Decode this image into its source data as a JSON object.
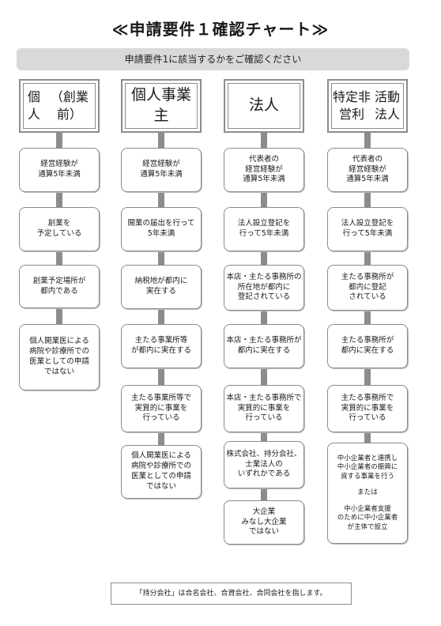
{
  "title": "≪申請要件１確認チャート≫",
  "banner": "申請要件1に該当するかをご確認ください",
  "columns": [
    {
      "header": [
        "個人",
        "（創業前）"
      ],
      "boxes": [
        [
          "経営経験が",
          "通算5年未満"
        ],
        [
          "創業を",
          "予定している"
        ],
        [
          "創業予定場所が",
          "都内である"
        ],
        [
          "個人開業医による",
          "病院や診療所での",
          "医業としての申請",
          "ではない"
        ]
      ]
    },
    {
      "header": [
        "個人事業主"
      ],
      "boxes": [
        [
          "経営経験が",
          "通算5年未満"
        ],
        [
          "開業の届出を行って",
          "5年未満"
        ],
        [
          "納税地が都内に",
          "実在する"
        ],
        [
          "主たる事業所等",
          "が都内に実在する"
        ],
        [
          "主たる事業所等で",
          "実質的に事業を",
          "行っている"
        ],
        [
          "個人開業医による",
          "病院や診療所での",
          "医業としての申請",
          "ではない"
        ]
      ]
    },
    {
      "header": [
        "法人"
      ],
      "boxes": [
        [
          "代表者の",
          "経営経験が",
          "通算5年未満"
        ],
        [
          "法人設立登記を",
          "行って5年未満"
        ],
        [
          "本店・主たる事務所の",
          "所在地が都内に",
          "登記されている"
        ],
        [
          "本店・主たる事務所が",
          "都内に実在する"
        ],
        [
          "本店・主たる事務所で",
          "実質的に事業を",
          "行っている"
        ],
        [
          "株式会社、持分会社、",
          "士業法人の",
          "いずれかである"
        ],
        [
          "大企業",
          "みなし大企業",
          "ではない"
        ]
      ]
    },
    {
      "header": [
        "特定非営利",
        "活動法人"
      ],
      "boxes": [
        [
          "代表者の",
          "経営経験が",
          "通算5年未満"
        ],
        [
          "法人設立登記を",
          "行って5年未満"
        ],
        [
          "主たる事務所が",
          "都内に登記",
          "されている"
        ],
        [
          "主たる事務所が",
          "都内に実在する"
        ],
        [
          "主たる事務所で",
          "実質的に事業を",
          "行っている"
        ],
        [
          "中小企業者と連携し",
          "中小企業者の振興に",
          "資する事業を行う",
          "",
          "または",
          "",
          "中小企業者支援",
          "のために中小企業者",
          "が主体で設立"
        ]
      ]
    }
  ],
  "footer": "「持分会社」は合名会社、合資会社、合同会社を指します。"
}
